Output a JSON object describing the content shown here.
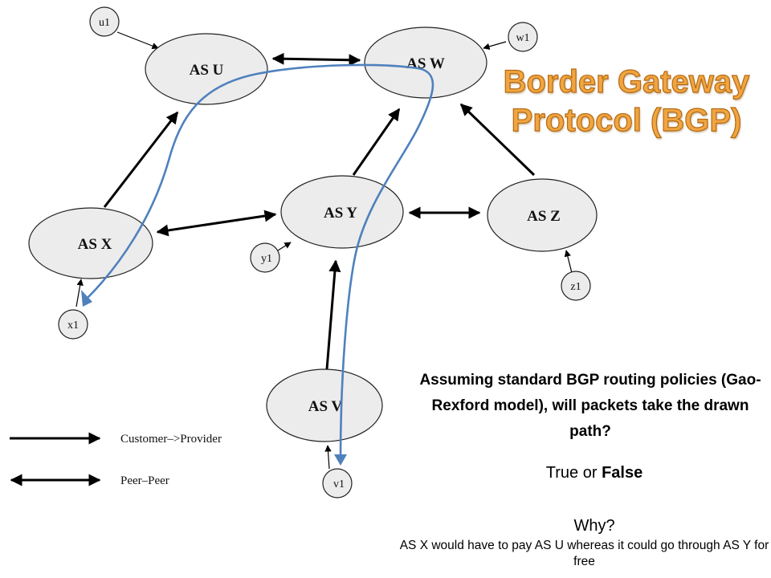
{
  "title": "Border Gateway Protocol (BGP)",
  "nodes": {
    "as_u": "AS U",
    "as_w": "AS W",
    "as_x": "AS X",
    "as_y": "AS Y",
    "as_z": "AS Z",
    "as_v": "AS V"
  },
  "leaves": {
    "u1": "u1",
    "w1": "w1",
    "x1": "x1",
    "y1": "y1",
    "z1": "z1",
    "v1": "v1"
  },
  "legend": {
    "customer_provider": "Customer–>Provider",
    "peer_peer": "Peer–Peer"
  },
  "question": "Assuming standard BGP routing policies (Gao-Rexford model), will packets take the drawn path?",
  "answer": {
    "true_label": "True",
    "or_label": "or",
    "false_label": "False"
  },
  "why_label": "Why?",
  "explanation": "AS X would have to pay AS U whereas it could go through AS Y for free",
  "colors": {
    "title": "#f0a541",
    "path": "#4f81bd",
    "edges": "#000000"
  }
}
